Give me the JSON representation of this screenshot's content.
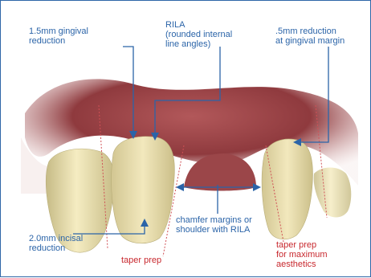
{
  "colors": {
    "blue_label": "#2b64a8",
    "red_label": "#c8282e",
    "gum": "#8f3a3e",
    "tooth": "#efe3b0"
  },
  "labels": {
    "gingival_reduction": [
      "1.5mm gingival",
      "reduction"
    ],
    "rila": [
      "RILA",
      "(rounded internal",
      "line angles)"
    ],
    "margin_reduction": [
      ".5mm reduction",
      "at gingival margin"
    ],
    "chamfer": [
      "chamfer margins or",
      "shoulder with RILA"
    ],
    "incisal_reduction": [
      "2.0mm incisal",
      "reduction"
    ],
    "taper_prep": "taper prep",
    "taper_aesthetics": [
      "taper prep",
      "for maximum",
      "aesthetics"
    ]
  }
}
